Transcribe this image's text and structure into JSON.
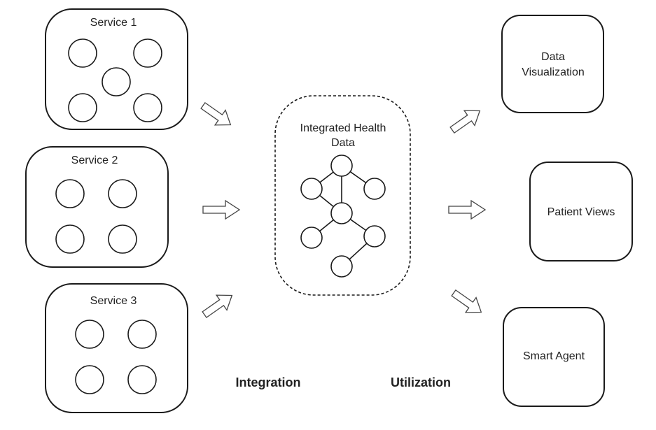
{
  "services": [
    {
      "label": "Service 1"
    },
    {
      "label": "Service 2"
    },
    {
      "label": "Service 3"
    }
  ],
  "integrated": {
    "label_line1": "Integrated Health",
    "label_line2": "Data"
  },
  "outputs": [
    {
      "line1": "Data",
      "line2": "Visualization"
    },
    {
      "line1": "Patient Views",
      "line2": ""
    },
    {
      "line1": "Smart Agent",
      "line2": ""
    }
  ],
  "phases": {
    "integration": "Integration",
    "utilization": "Utilization"
  }
}
